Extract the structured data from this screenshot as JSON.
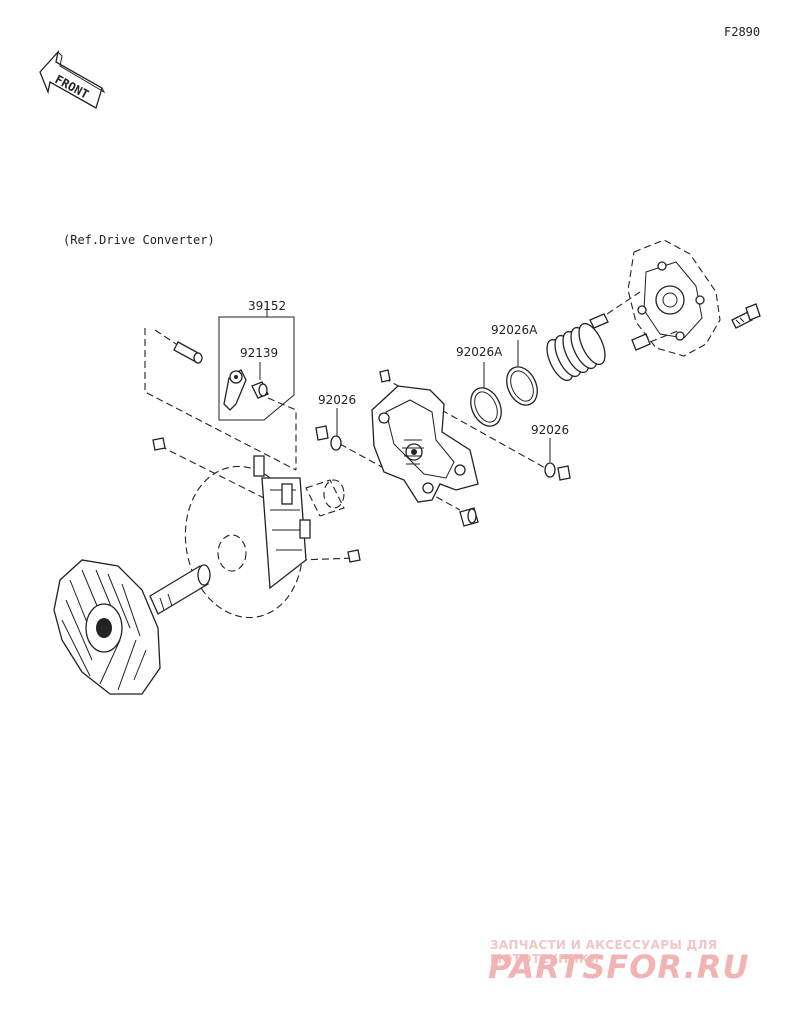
{
  "figure_code": "F2890",
  "front_label": "FRONT",
  "reference_note": "(Ref.Drive Converter)",
  "callouts": {
    "p39152": "39152",
    "p92139": "92139",
    "p92026_left": "92026",
    "p92026A_1": "92026A",
    "p92026A_2": "92026A",
    "p92026_right": "92026"
  },
  "watermark": {
    "tagline": "ЗАПЧАСТИ И АКСЕССУАРЫ ДЛЯ МОТОТЕХНИКИ",
    "brand": "PARTSFOR.RU"
  }
}
